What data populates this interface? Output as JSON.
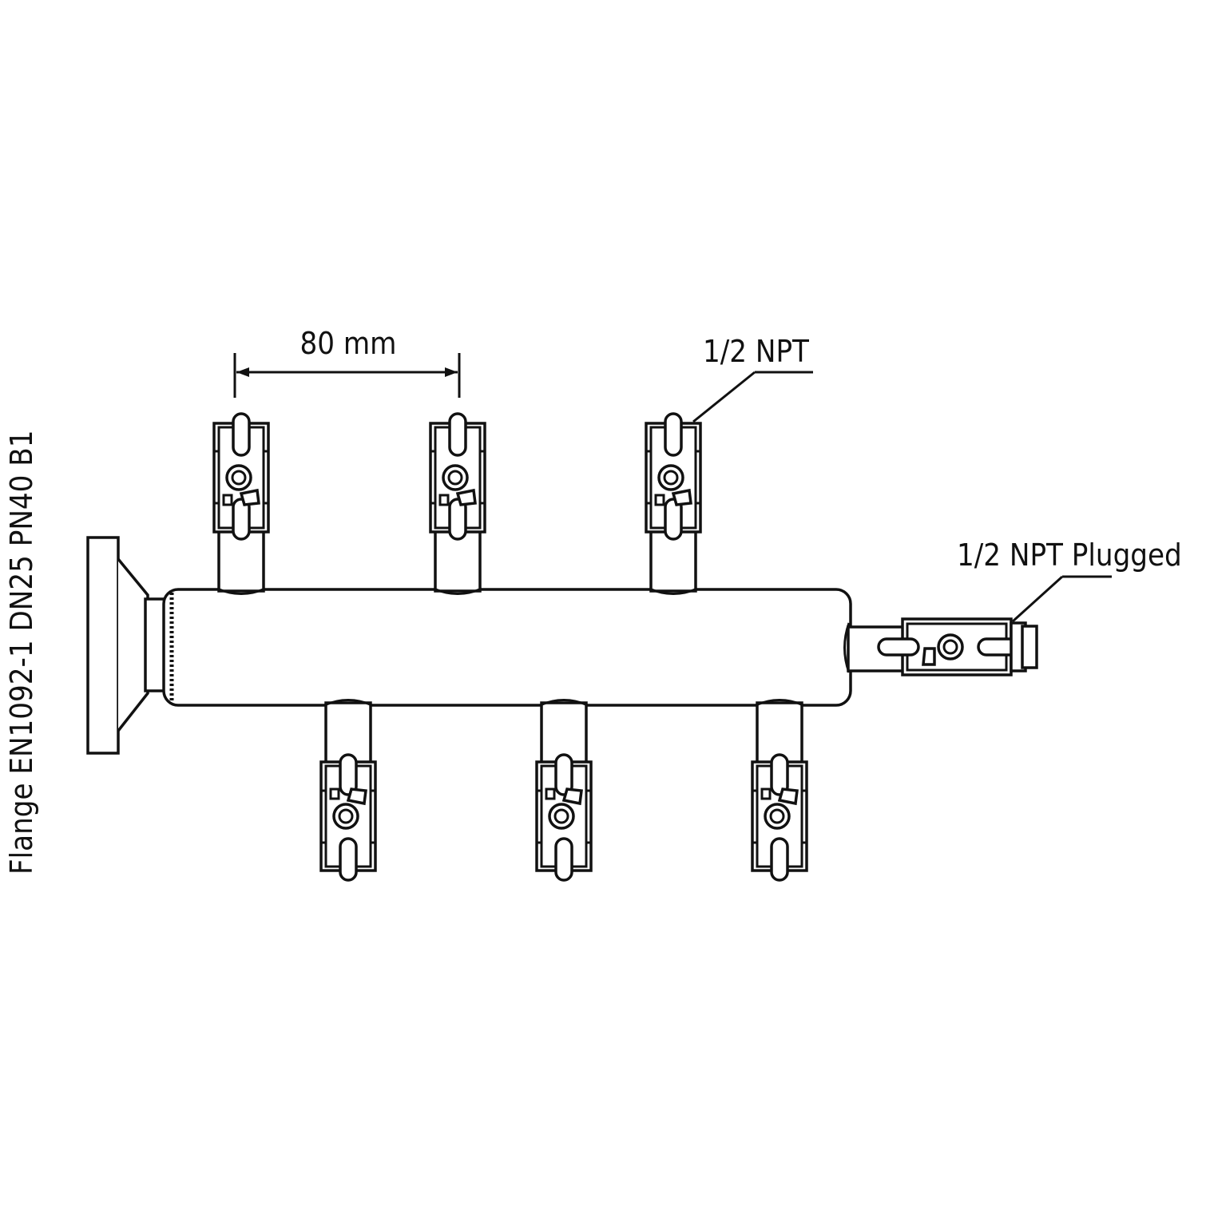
{
  "labels": {
    "flange": "Flange EN1092-1 DN25 PN40 B1",
    "spacing": "80 mm",
    "outlet": "1/2 NPT",
    "plugged": "1/2 NPT Plugged"
  },
  "valves_top": 3,
  "valves_bottom": 3,
  "line_color": "#111111"
}
